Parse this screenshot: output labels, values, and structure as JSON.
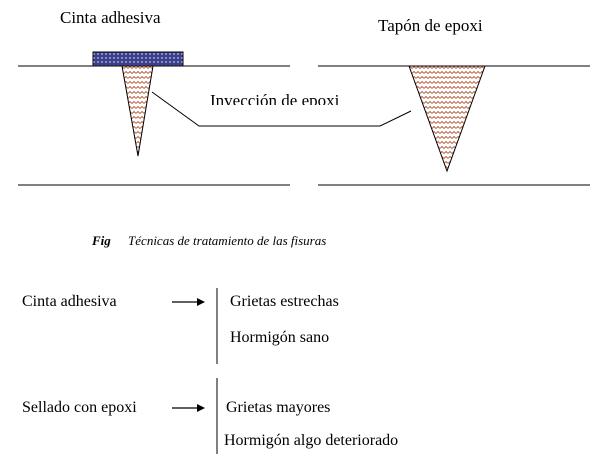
{
  "diagram": {
    "labels": {
      "tape": "Cinta adhesiva",
      "plug": "Tapón de epoxi",
      "injection": "Invección de epoxi"
    },
    "caption": {
      "fig": "Fig",
      "text": "Técnicas de tratamiento de las fisuras"
    }
  },
  "techniques": [
    {
      "method": "Cinta adhesiva",
      "conditions": [
        "Grietas estrechas",
        "Hormigón sano"
      ]
    },
    {
      "method": "Sellado con epoxi",
      "conditions": [
        "Grietas mayores",
        "Hormigón algo deteriorado"
      ]
    }
  ],
  "colors": {
    "tape_fill": "#3b3f8f",
    "crack_pattern": "#b5502e"
  }
}
